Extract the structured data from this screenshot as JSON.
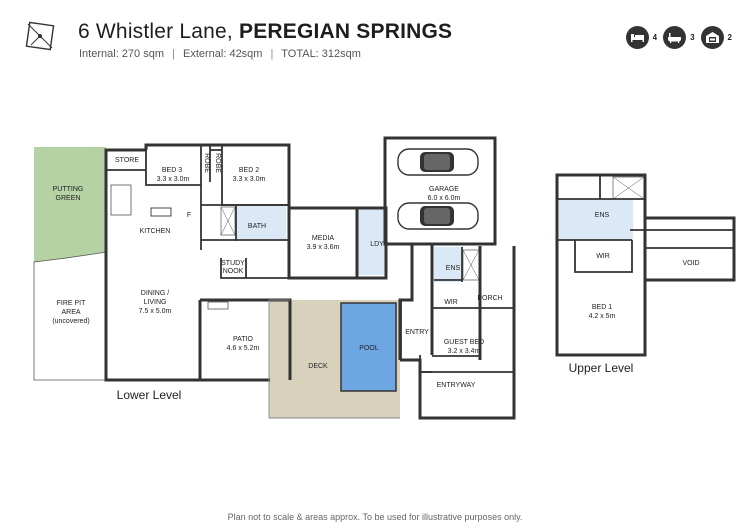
{
  "header": {
    "street": "6 Whistler Lane,",
    "suburb": "PEREGIAN SPRINGS",
    "areas": {
      "internal": "Internal: 270 sqm",
      "external": "External: 42sqm",
      "total": "TOTAL: 312sqm",
      "separator": "|"
    },
    "stats": [
      {
        "icon": "bed-icon",
        "value": "4"
      },
      {
        "icon": "bath-icon",
        "value": "3"
      },
      {
        "icon": "garage-icon",
        "value": "2"
      }
    ]
  },
  "colors": {
    "wall": "#333333",
    "room_highlight": "#dbe9f7",
    "lawn": "#b5d2a4",
    "deck": "#d8d2bc",
    "pool": "#6ea6e4",
    "floor": "#ffffff"
  },
  "lower": {
    "level_label": "Lower Level",
    "store": "STORE",
    "putting_green": [
      "PUTTING",
      "GREEN"
    ],
    "bed3": {
      "name": "BED 3",
      "size": "3.3 x 3.0m"
    },
    "robe": "ROBE",
    "bed2": {
      "name": "BED 2",
      "size": "3.3 x 3.0m"
    },
    "kitchen": "KITCHEN",
    "fridge": "F",
    "bath": "BATH",
    "study": [
      "STUDY",
      "NOOK"
    ],
    "media": {
      "name": "MEDIA",
      "size": "3.9 x 3.6m"
    },
    "laundry": "LDY",
    "garage": {
      "name": "GARAGE",
      "size": "6.0 x 6.0m"
    },
    "ens": "ENS",
    "wir": "WIR",
    "porch": "PORCH",
    "entry": "ENTRY",
    "guest_bed": {
      "name": "GUEST BED",
      "size": "3.2 x 3.4m"
    },
    "fire_pit": [
      "FIRE PIT",
      "AREA",
      "(uncovered)"
    ],
    "dining": {
      "name": [
        "DINING /",
        "LIVING"
      ],
      "size": "7.5 x 5.0m"
    },
    "patio": {
      "name": "PATIO",
      "size": "4.6 x 5.2m"
    },
    "deck": "DECK",
    "pool": "POOL",
    "entryway": "ENTRYWAY"
  },
  "upper": {
    "level_label": "Upper Level",
    "ens": "ENS",
    "wir": "WIR",
    "void": "VOID",
    "bed1": {
      "name": "BED 1",
      "size": "4.2 x 5m"
    }
  },
  "footer": {
    "disclaimer": "Plan not to scale & areas approx. To be used for illustrative purposes only."
  }
}
